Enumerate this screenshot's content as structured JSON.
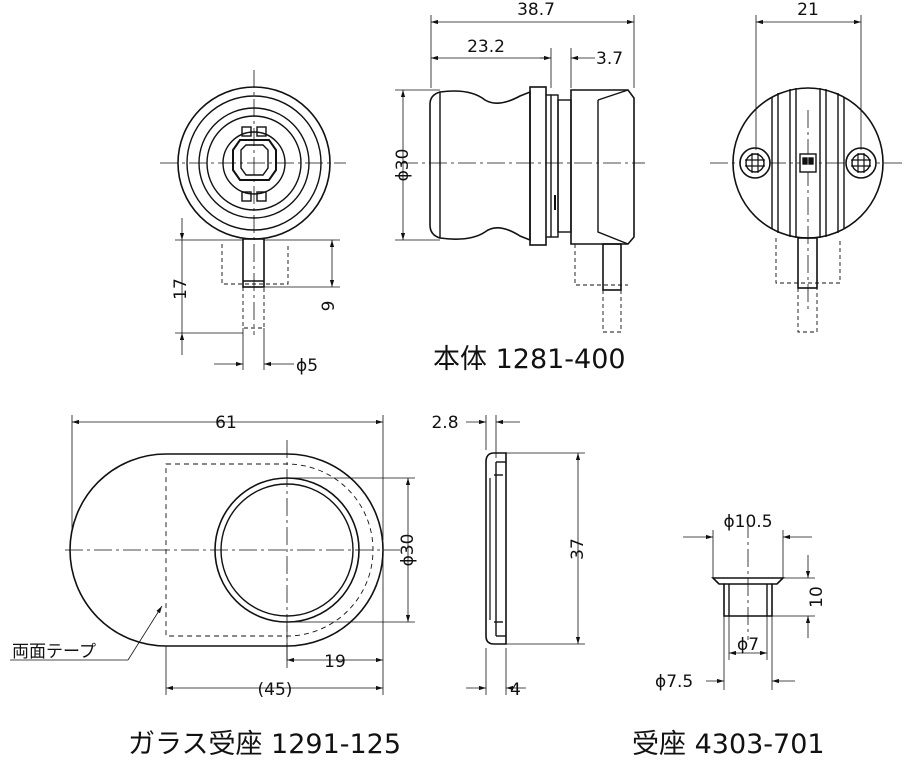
{
  "captions": {
    "body": "本体 1281-400",
    "glass_seat": "ガラス受座 1291-125",
    "seat": "受座 4303-701"
  },
  "note_tape": "両面テープ",
  "dims": {
    "front_17": "17",
    "front_9": "9",
    "front_phi5": "ϕ5",
    "side_38_7": "38.7",
    "side_23_2": "23.2",
    "side_3_7": "3.7",
    "side_phi30": "ϕ30",
    "back_21": "21",
    "glass_61": "61",
    "glass_phi30": "ϕ30",
    "glass_19": "19",
    "glass_45": "(45)",
    "glass_side_2_8": "2.8",
    "glass_side_37": "37",
    "glass_side_4": "4",
    "seat_phi10_5": "ϕ10.5",
    "seat_10": "10",
    "seat_phi7": "ϕ7",
    "seat_phi7_5": "ϕ7.5"
  }
}
